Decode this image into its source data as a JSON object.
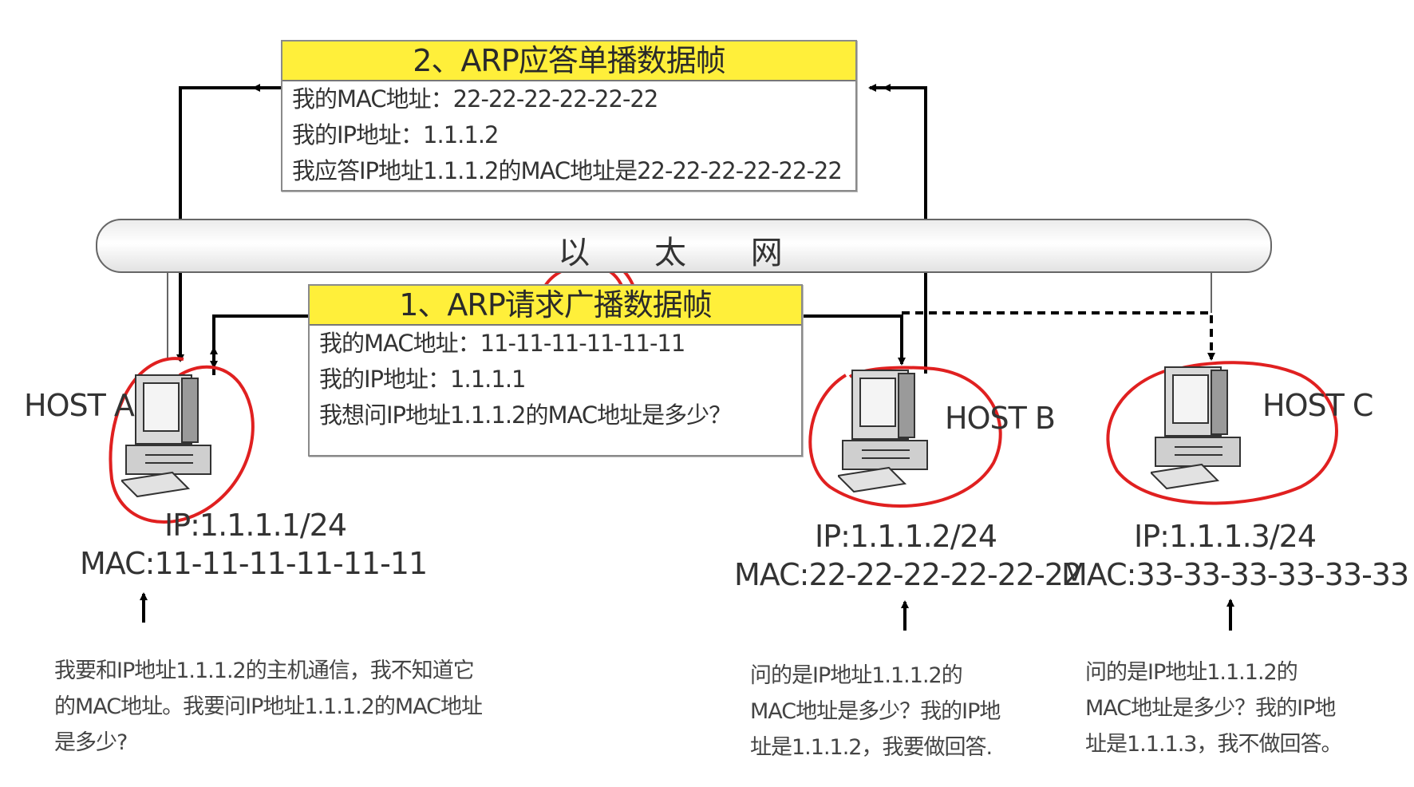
{
  "network": {
    "label": "以 太 网"
  },
  "reply_frame": {
    "title": "2、ARP应答单播数据帧",
    "lines": [
      "我的MAC地址：22-22-22-22-22-22",
      "我的IP地址：1.1.1.2",
      "我应答IP地址1.1.1.2的MAC地址是22-22-22-22-22-22"
    ]
  },
  "request_frame": {
    "title": "1、ARP请求广播数据帧",
    "lines": [
      "我的MAC地址：11-11-11-11-11-11",
      "我的IP地址：1.1.1.1",
      "我想问IP地址1.1.1.2的MAC地址是多少？"
    ]
  },
  "hosts": [
    {
      "name": "HOST A",
      "ip": "IP:1.1.1.1/24",
      "mac": "MAC:11-11-11-11-11-11",
      "note": [
        "我要和IP地址1.1.1.2的主机通信，我不知道它",
        "的MAC地址。我要问IP地址1.1.1.2的MAC地址",
        "是多少?"
      ]
    },
    {
      "name": "HOST B",
      "ip": "IP:1.1.1.2/24",
      "mac": "MAC:22-22-22-22-22-22",
      "note": [
        "问的是IP地址1.1.1.2的",
        "MAC地址是多少？我的IP地",
        "址是1.1.1.2，我要做回答."
      ]
    },
    {
      "name": "HOST C",
      "ip": "IP:1.1.1.3/24",
      "mac": "MAC:33-33-33-33-33-33",
      "note": [
        "问的是IP地址1.1.1.2的",
        "MAC地址是多少？我的IP地",
        "址是1.1.1.3，我不做回答。"
      ]
    }
  ],
  "colors": {
    "frame_title": "#ffef3a",
    "highlight_circle": "#e02020",
    "arrow": "#000000"
  },
  "icons": {
    "host": "desktop-computer-icon"
  }
}
